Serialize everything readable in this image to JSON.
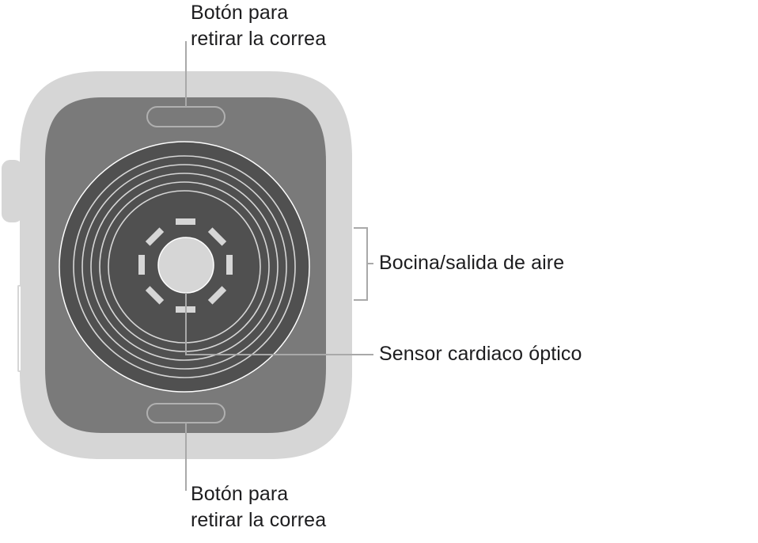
{
  "diagram": {
    "subject": "Apple Watch back view",
    "colors": {
      "case": "#d6d6d6",
      "back_panel": "#7a7a7a",
      "sensor_disc": "#505050",
      "rings": "#d6d6d6",
      "leader_lines": "#a9a9a9",
      "text": "#1d1d1f"
    },
    "callouts": [
      {
        "id": "band-release-top",
        "line1": "Botón para",
        "line2": "retirar la correa"
      },
      {
        "id": "speaker-air-vent",
        "text": "Bocina/salida de aire"
      },
      {
        "id": "optical-heart-sensor",
        "text": "Sensor cardiaco óptico"
      },
      {
        "id": "band-release-bottom",
        "line1": "Botón para",
        "line2": "retirar la correa"
      }
    ]
  }
}
